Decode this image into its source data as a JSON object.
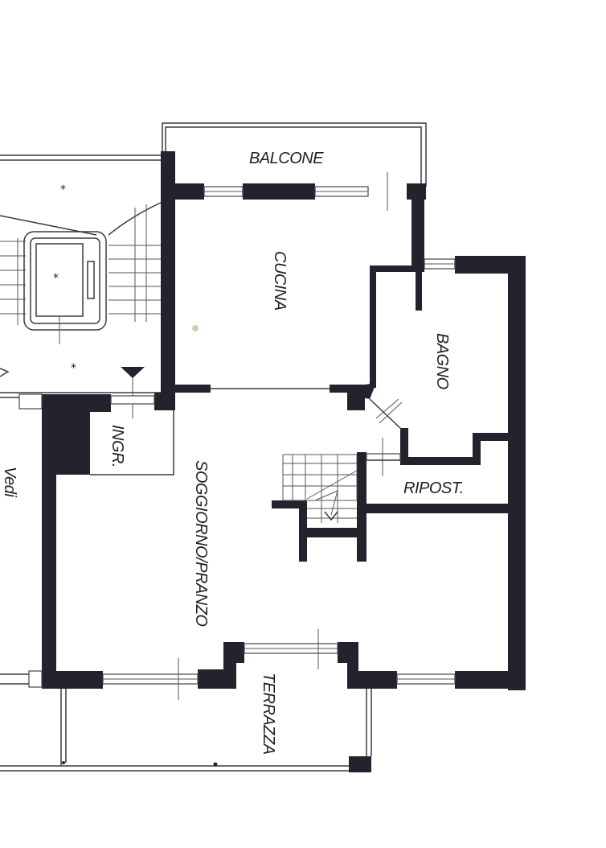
{
  "rooms": {
    "balcone": "BALCONE",
    "cucina": "CUCINA",
    "bagno": "BAGNO",
    "ingresso": "INGR.",
    "ripostiglio": "RIPOST.",
    "soggiorno": "SOGGIORNO/PRANZO",
    "terrazza": "TERRAZZA"
  },
  "side_text": "Vedi",
  "markers": {
    "star": "*"
  },
  "colors": {
    "wall": "#23232e",
    "line": "#3a3a44",
    "background": "#ffffff"
  }
}
